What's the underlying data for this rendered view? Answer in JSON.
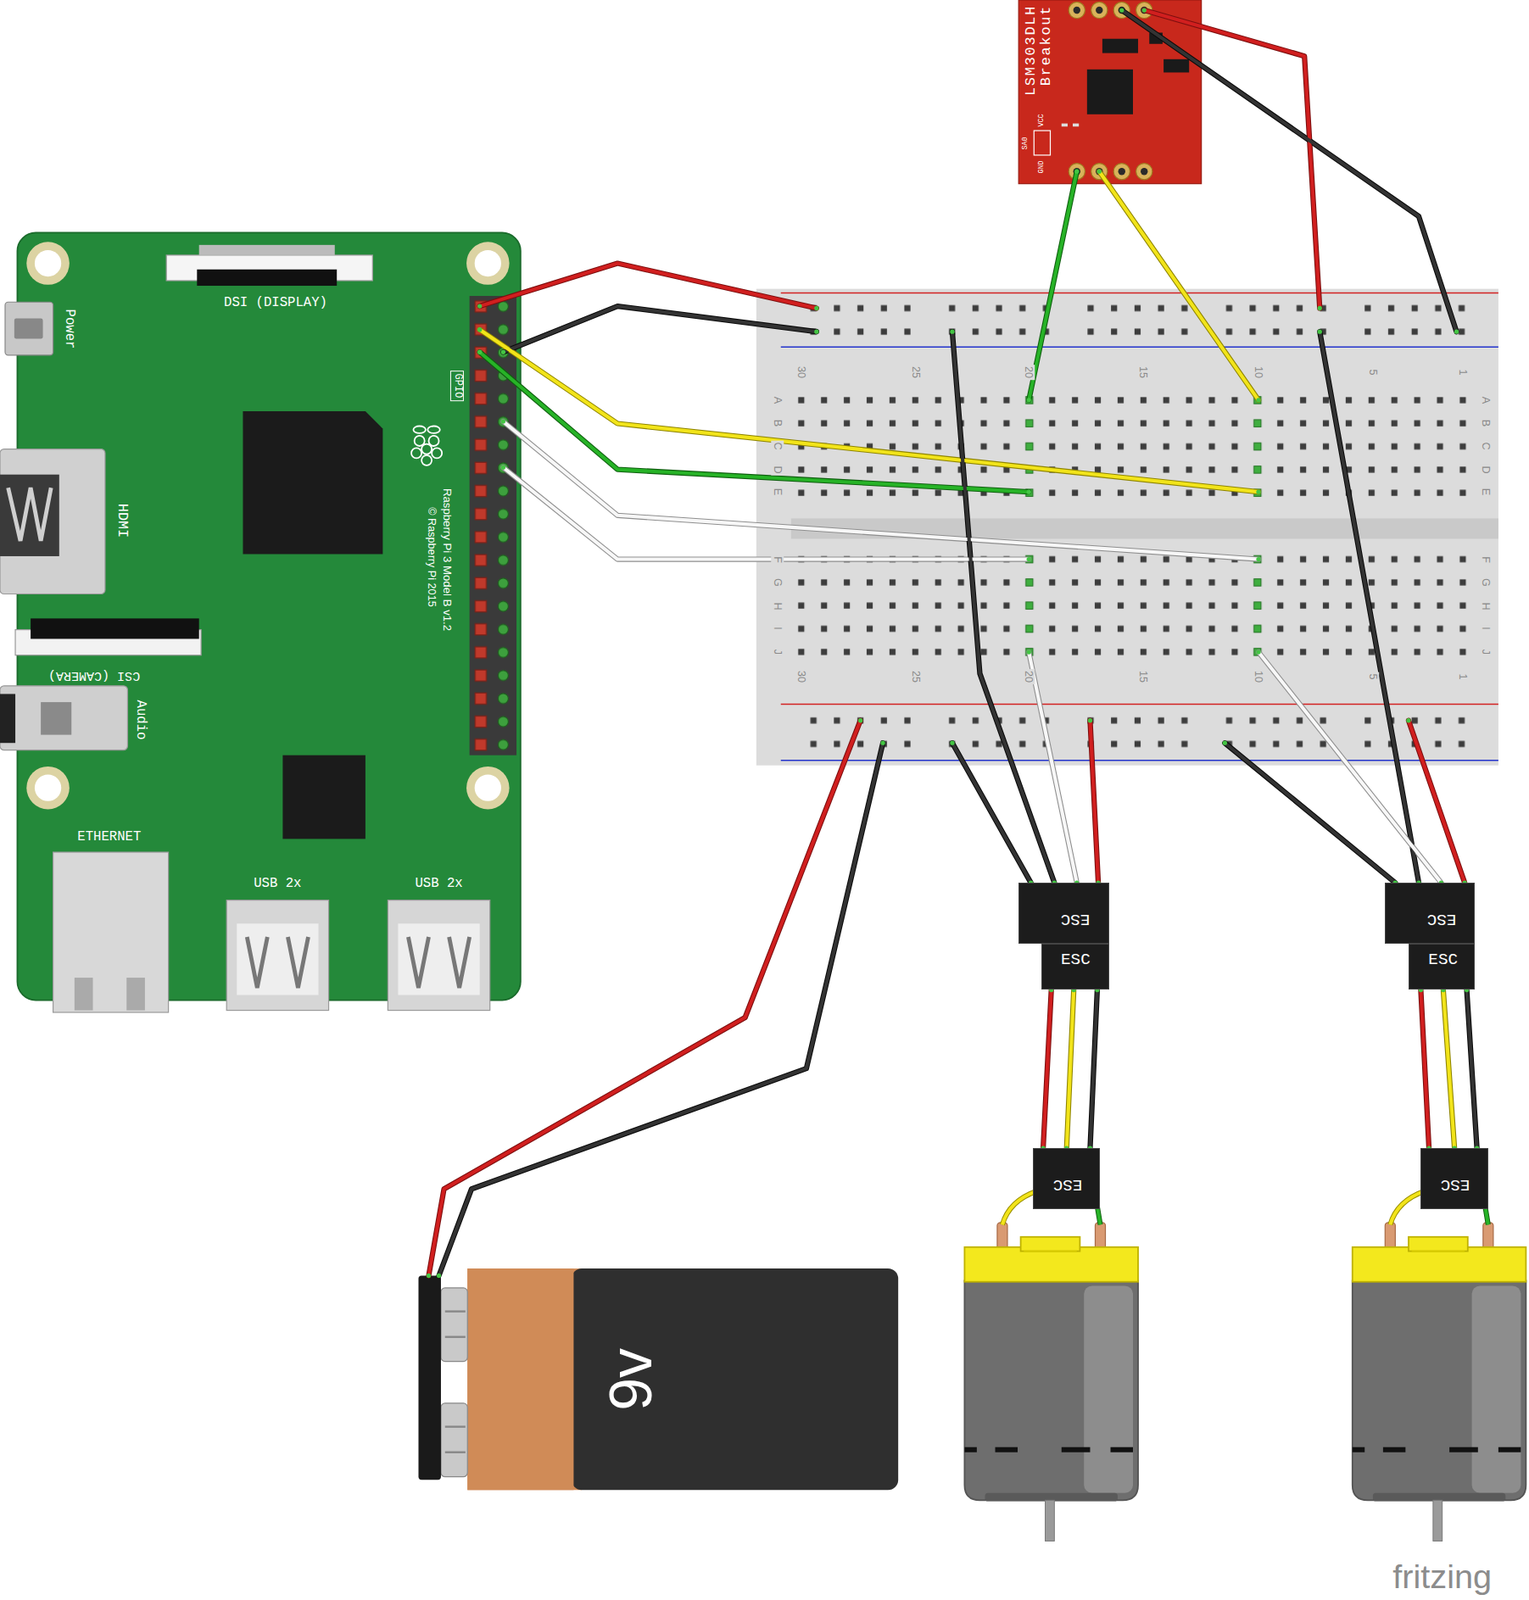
{
  "diagram": {
    "nodes": [
      {
        "text": [
          "LSM303DLH Breakout",
          "VCC",
          "SA0",
          "GND"
        ]
      },
      {
        "text": [
          "DSI (DISPLAY)",
          "Power",
          "GPIO",
          "Raspberry Pi 3 Model B v1.2",
          "© Raspberry Pi 2015",
          "HDMI",
          "CSI (CAMERA)",
          "Audio",
          "ETHERNET",
          "USB 2x",
          "USB 2x"
        ]
      },
      {
        "text": [
          "30",
          "25",
          "20",
          "15",
          "10",
          "5",
          "1",
          "A",
          "B",
          "C",
          "D",
          "E",
          "F",
          "G",
          "H",
          "I",
          "J",
          "A",
          "B",
          "C",
          "D",
          "E",
          "F",
          "G",
          "H",
          "I",
          "J",
          "30",
          "25",
          "20",
          "15",
          "10",
          "5",
          "1"
        ]
      },
      {
        "text": [
          "ESC"
        ]
      },
      {
        "text": [
          "ESC"
        ]
      },
      {
        "text": [
          "ESC"
        ]
      },
      {
        "text": [
          "ESC"
        ]
      },
      {
        "text": [
          "ESC"
        ]
      },
      {
        "text": [
          "ESC"
        ]
      },
      {
        "text": [
          "9v"
        ]
      }
    ],
    "edges": [
      {
        "from": 1,
        "to": 2,
        "arrow": "none"
      },
      {
        "from": 1,
        "to": 2,
        "arrow": "none"
      },
      {
        "from": 1,
        "to": 2,
        "arrow": "none"
      },
      {
        "from": 1,
        "to": 2,
        "arrow": "none"
      },
      {
        "from": 1,
        "to": 2,
        "arrow": "none"
      },
      {
        "from": 1,
        "to": 2,
        "arrow": "none"
      },
      {
        "from": 0,
        "to": 2,
        "arrow": "none"
      },
      {
        "from": 0,
        "to": 2,
        "arrow": "none"
      },
      {
        "from": 0,
        "to": 2,
        "arrow": "none"
      },
      {
        "from": 0,
        "to": 2,
        "arrow": "none"
      },
      {
        "from": 2,
        "to": 3,
        "arrow": "none"
      },
      {
        "from": 2,
        "to": 3,
        "arrow": "none"
      },
      {
        "from": 2,
        "to": 3,
        "arrow": "none"
      },
      {
        "from": 2,
        "to": 3,
        "arrow": "none"
      },
      {
        "from": 2,
        "to": 4,
        "arrow": "none"
      },
      {
        "from": 2,
        "to": 4,
        "arrow": "none"
      },
      {
        "from": 2,
        "to": 4,
        "arrow": "none"
      },
      {
        "from": 2,
        "to": 4,
        "arrow": "none"
      },
      {
        "from": 9,
        "to": 2,
        "arrow": "none"
      },
      {
        "from": 9,
        "to": 2,
        "arrow": "none"
      },
      {
        "from": 5,
        "to": 7,
        "arrow": "none"
      },
      {
        "from": 5,
        "to": 7,
        "arrow": "none"
      },
      {
        "from": 5,
        "to": 7,
        "arrow": "none"
      },
      {
        "from": 6,
        "to": 8,
        "arrow": "none"
      },
      {
        "from": 6,
        "to": 8,
        "arrow": "none"
      },
      {
        "from": 6,
        "to": 8,
        "arrow": "none"
      }
    ],
    "labels": [
      "fritzing"
    ]
  }
}
